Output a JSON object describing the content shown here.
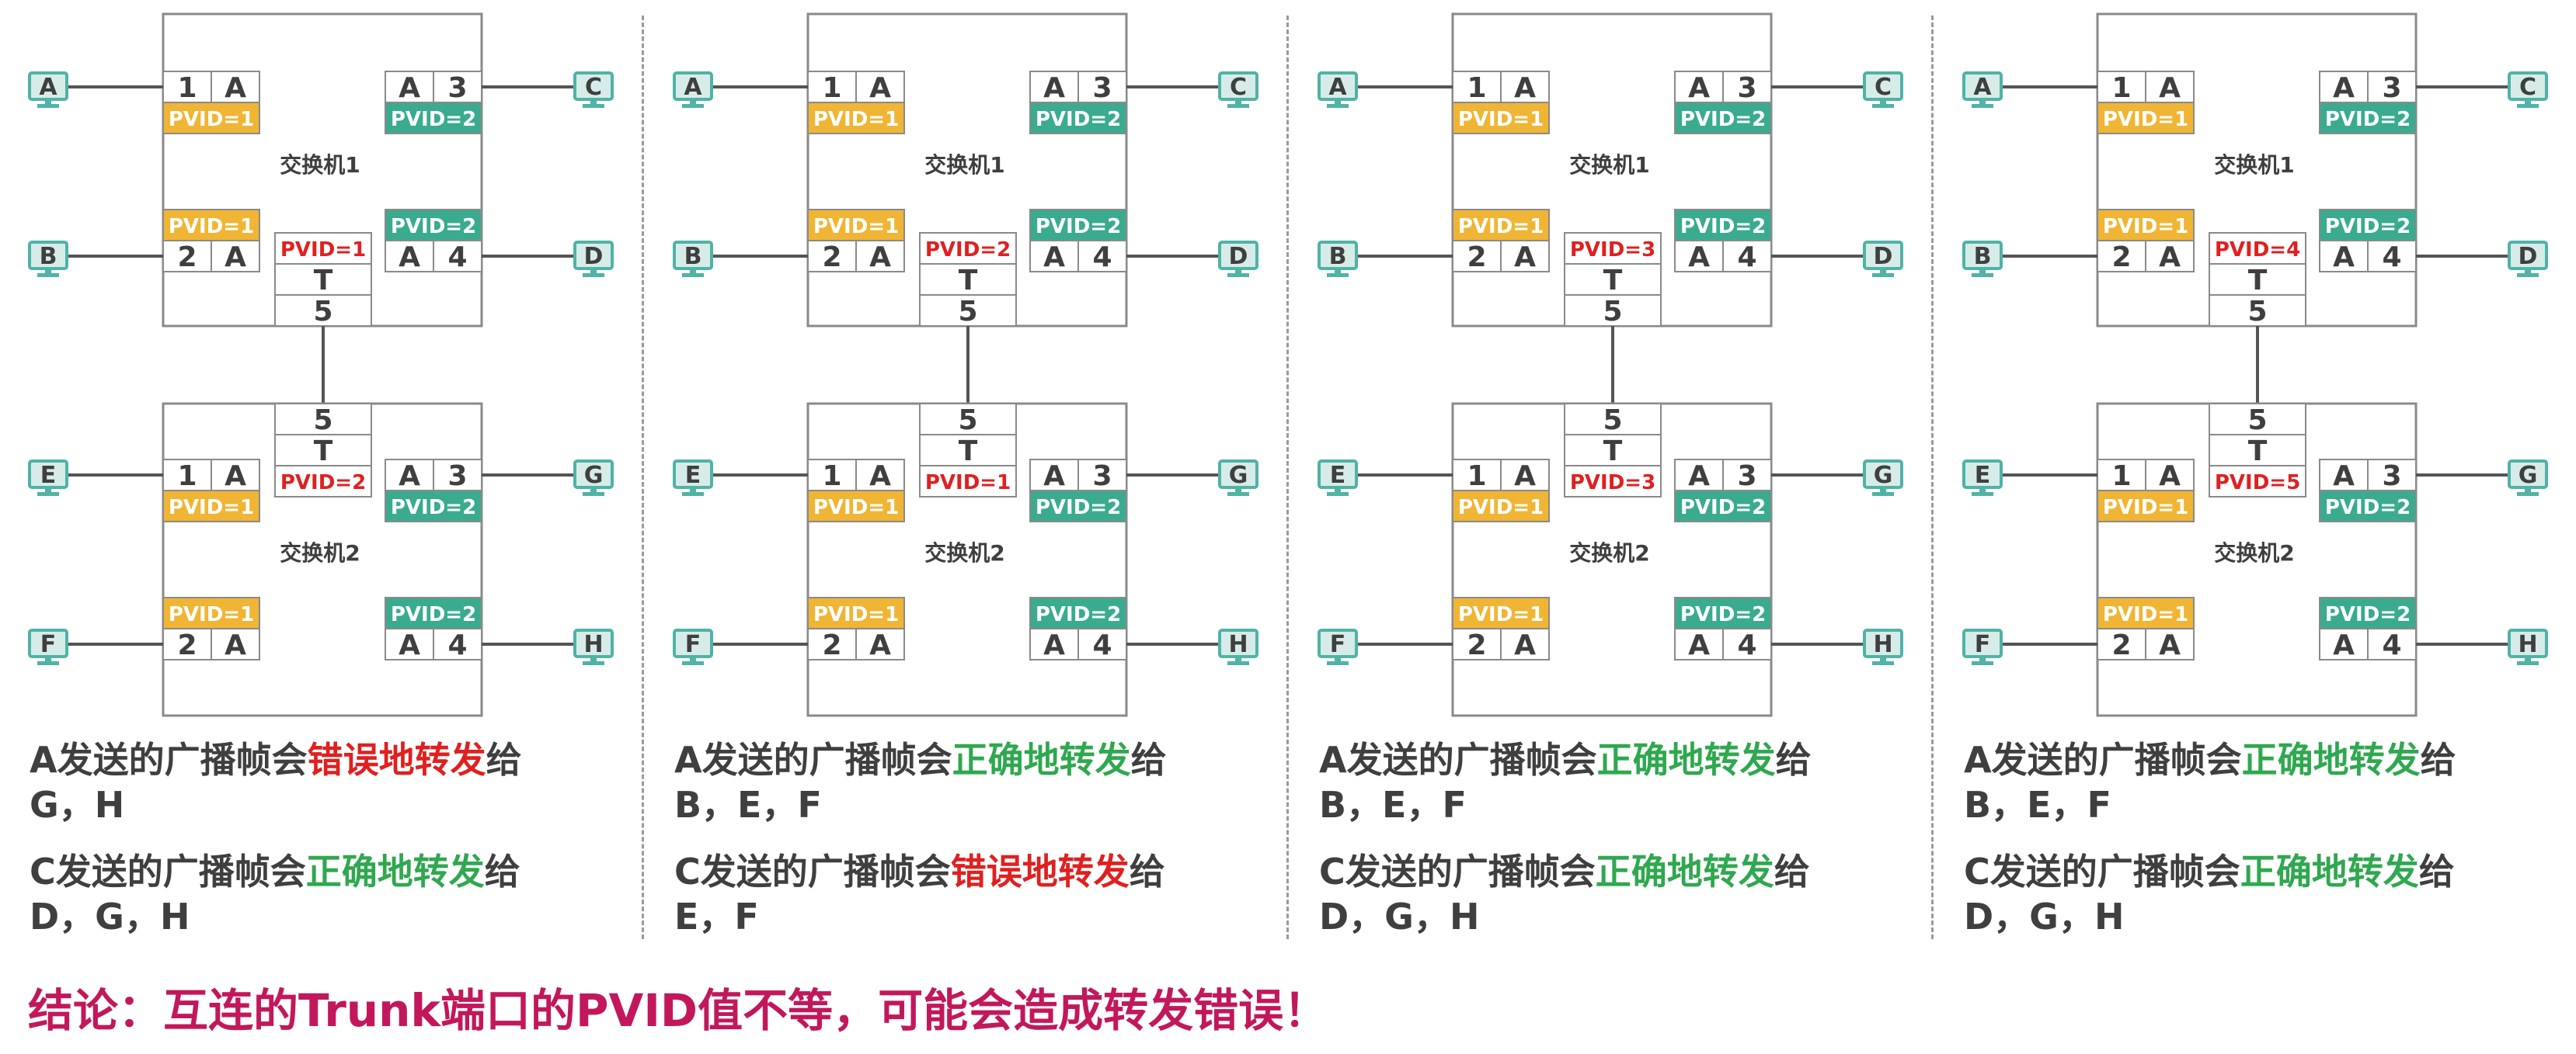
{
  "common": {
    "switch1_name": "交换机1",
    "switch2_name": "交换机2",
    "access_tag": "A",
    "trunk_tag": "T",
    "trunk_port": "5",
    "pvid_1": "PVID=1",
    "pvid_2": "PVID=2",
    "ports": {
      "p1": "1",
      "p2": "2",
      "p3": "3",
      "p4": "4"
    },
    "hosts": {
      "a": "A",
      "b": "B",
      "c": "C",
      "d": "D",
      "e": "E",
      "f": "F",
      "g": "G",
      "h": "H"
    }
  },
  "scenarios": [
    {
      "sw1_trunk_pvid": "PVID=1",
      "sw2_trunk_pvid": "PVID=2",
      "a_prefix": "A发送的广播帧会",
      "a_status": "错误地转发",
      "a_status_color": "#e02020",
      "a_suffix": "给",
      "a_targets": "G，H",
      "c_prefix": "C发送的广播帧会",
      "c_status": "正确地转发",
      "c_status_color": "#2fa84f",
      "c_suffix": "给",
      "c_targets": "D，G，H"
    },
    {
      "sw1_trunk_pvid": "PVID=2",
      "sw2_trunk_pvid": "PVID=1",
      "a_prefix": "A发送的广播帧会",
      "a_status": "正确地转发",
      "a_status_color": "#2fa84f",
      "a_suffix": "给",
      "a_targets": "B，E，F",
      "c_prefix": "C发送的广播帧会",
      "c_status": "错误地转发",
      "c_status_color": "#e02020",
      "c_suffix": "给",
      "c_targets": "E，F"
    },
    {
      "sw1_trunk_pvid": "PVID=3",
      "sw2_trunk_pvid": "PVID=3",
      "a_prefix": "A发送的广播帧会",
      "a_status": "正确地转发",
      "a_status_color": "#2fa84f",
      "a_suffix": "给",
      "a_targets": "B，E，F",
      "c_prefix": "C发送的广播帧会",
      "c_status": "正确地转发",
      "c_status_color": "#2fa84f",
      "c_suffix": "给",
      "c_targets": "D，G，H"
    },
    {
      "sw1_trunk_pvid": "PVID=4",
      "sw2_trunk_pvid": "PVID=5",
      "a_prefix": "A发送的广播帧会",
      "a_status": "正确地转发",
      "a_status_color": "#2fa84f",
      "a_suffix": "给",
      "a_targets": "B，E，F",
      "c_prefix": "C发送的广播帧会",
      "c_status": "正确地转发",
      "c_status_color": "#2fa84f",
      "c_suffix": "给",
      "c_targets": "D，G，H"
    }
  ],
  "conclusion": "结论：互连的Trunk端口的PVID值不等，可能会造成转发错误！",
  "colors": {
    "pvid1_fill": "#f0b534",
    "pvid2_fill": "#3aab8f",
    "error_red": "#e02020",
    "correct_green": "#2fa84f",
    "conclusion_color": "#c2185b",
    "host_teal": "#4fb3a6"
  },
  "icons": {
    "host": "computer-monitor-icon"
  }
}
